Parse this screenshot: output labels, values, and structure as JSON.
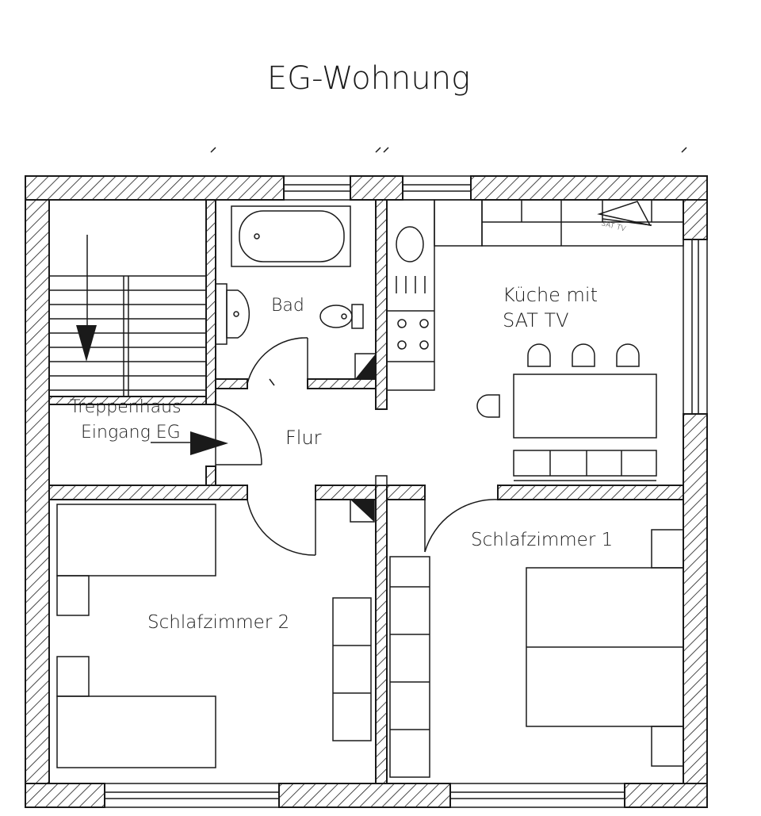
{
  "title": "EG-Wohnung",
  "rooms": {
    "bath": "Bad",
    "kitchen_line1": "Küche mit",
    "kitchen_line2": "SAT TV",
    "stair_line1": "Treppenhaus",
    "stair_line2": "Eingang EG",
    "hall": "Flur",
    "bedroom1": "Schlafzimmer 1",
    "bedroom2": "Schlafzimmer 2"
  },
  "sat_tag": "SAT TV"
}
